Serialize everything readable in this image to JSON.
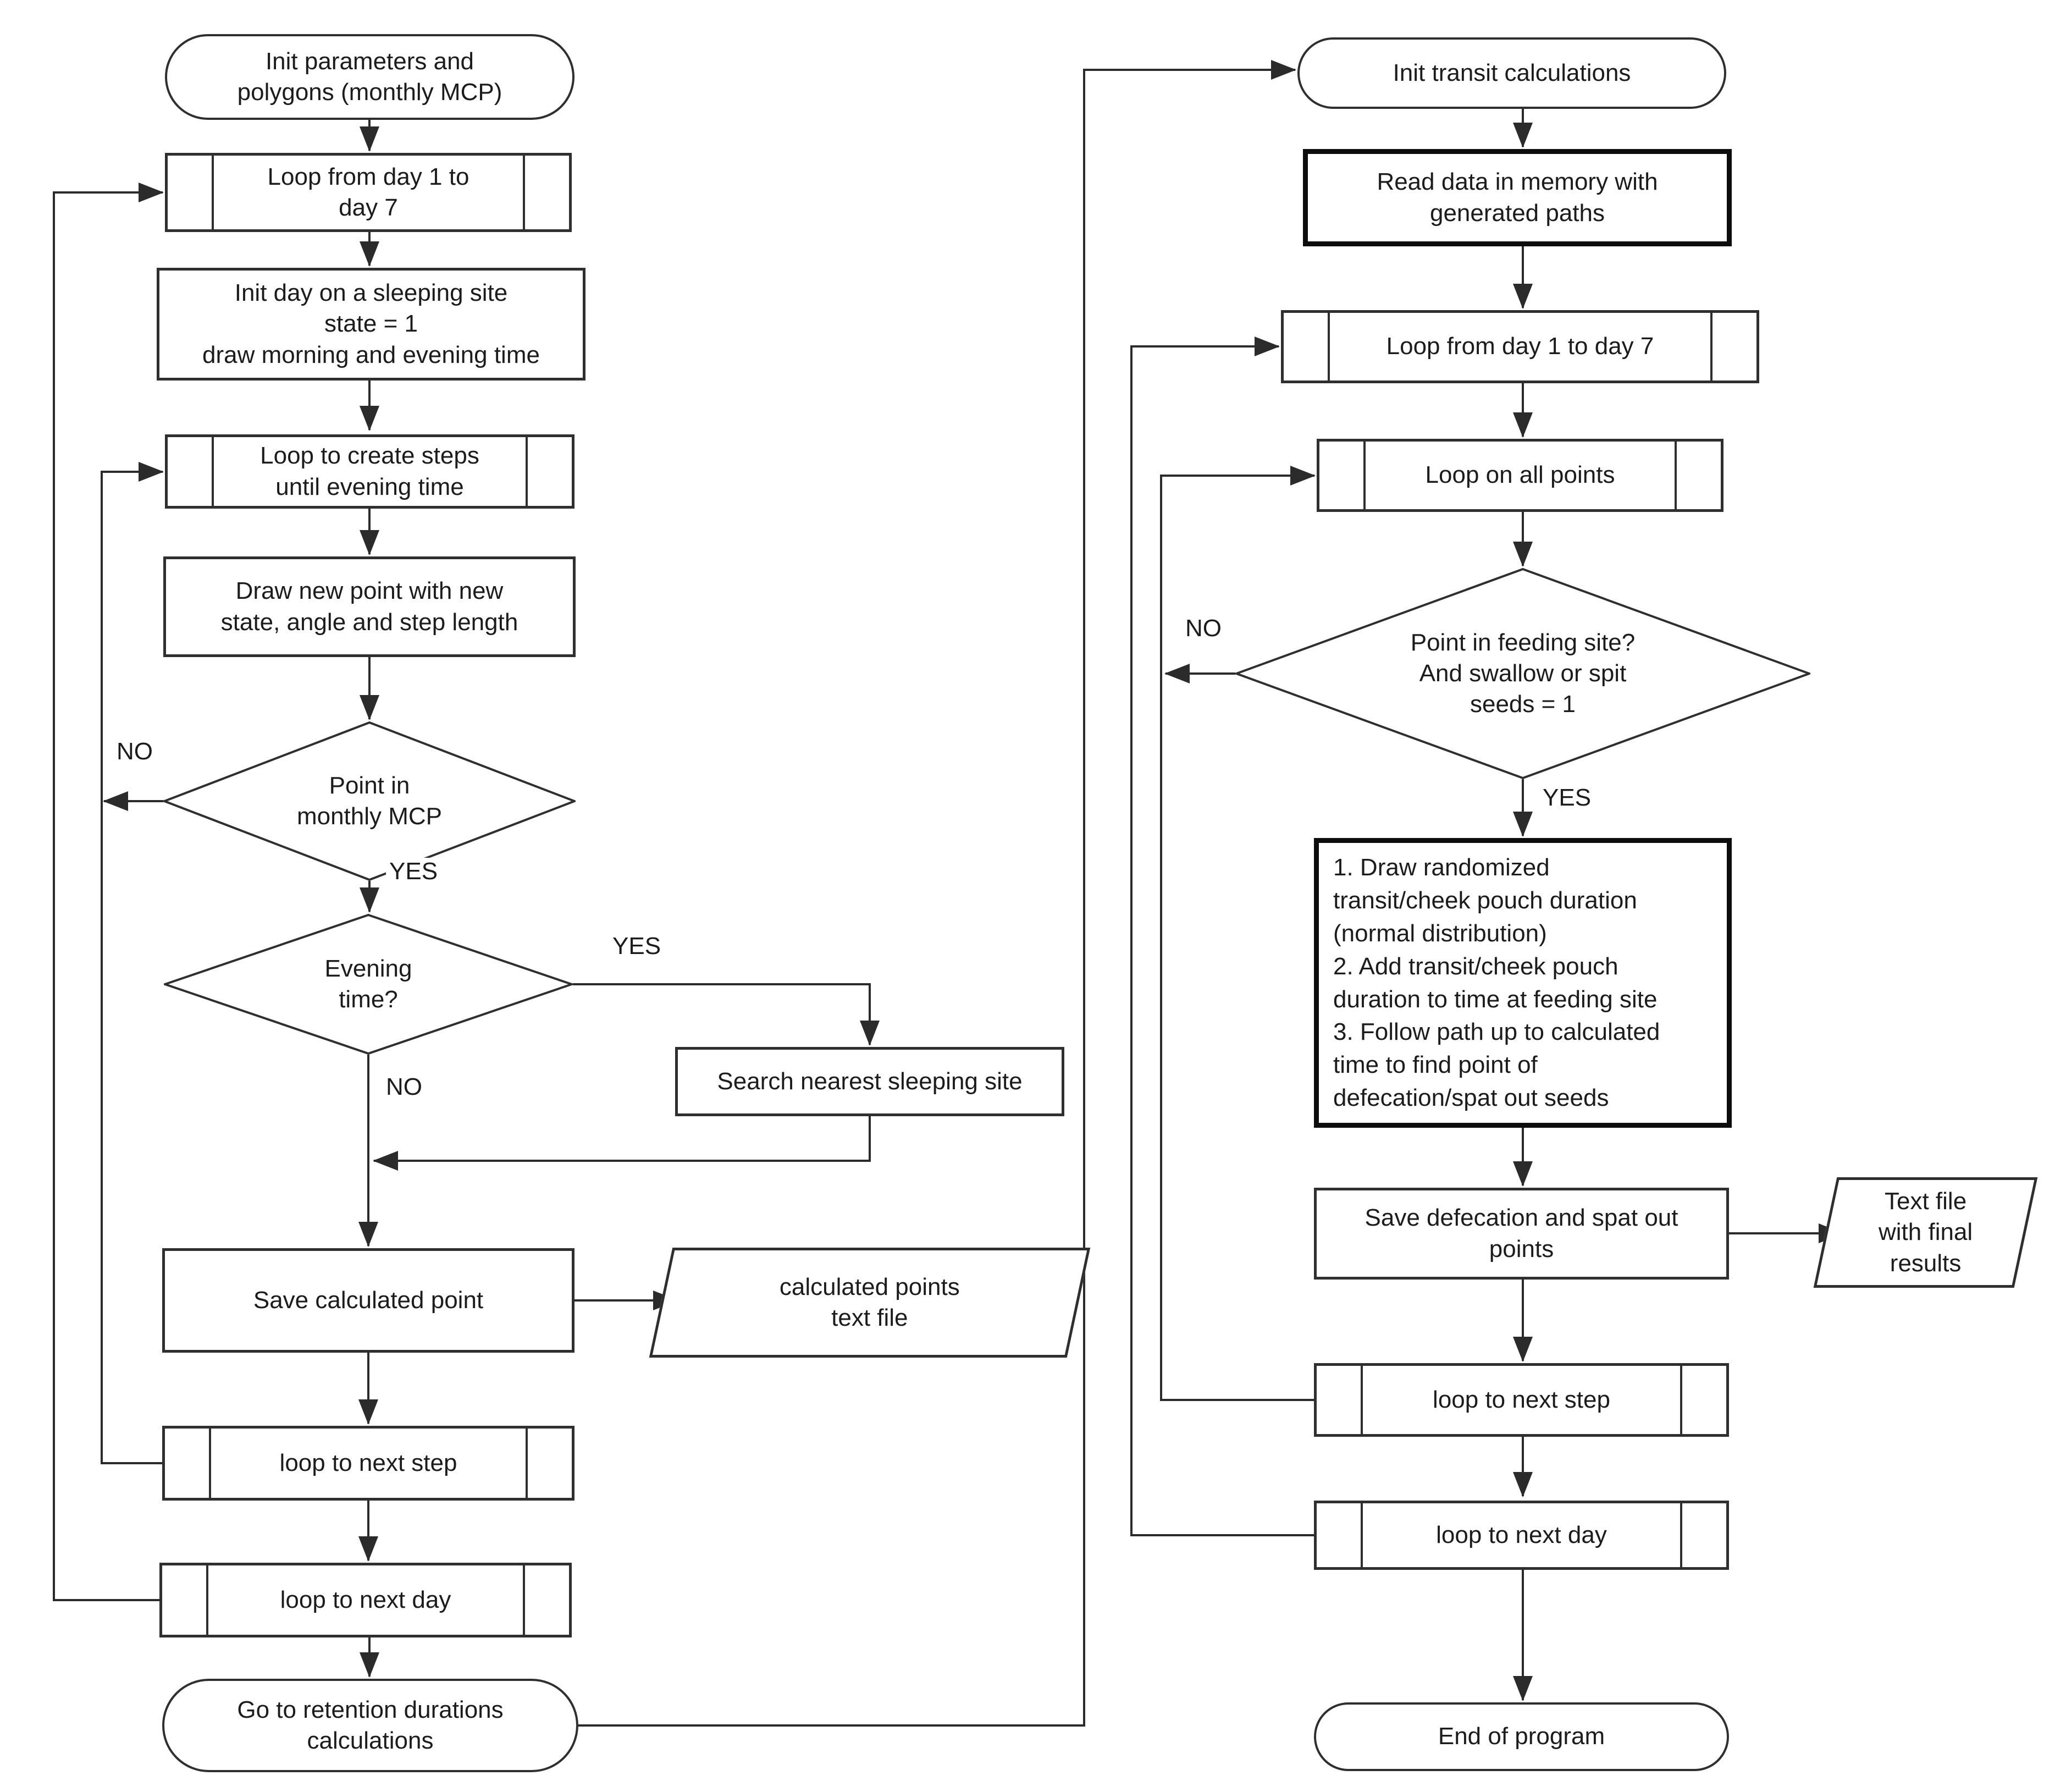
{
  "flow": {
    "left": {
      "start": "Init parameters and\npolygons (monthly MCP)",
      "loop_days": "Loop from day 1 to\nday 7",
      "init_day": "Init day on a sleeping site\nstate = 1\ndraw morning and evening time",
      "loop_steps": "Loop to create steps\nuntil evening time",
      "draw_point": "Draw new point with new\nstate, angle and step length",
      "dec_mcp": "Point in\nmonthly MCP",
      "dec_evening": "Evening\ntime?",
      "search_sleep": "Search nearest sleeping site",
      "save_point": "Save calculated point",
      "points_file": "calculated points\ntext file",
      "loop_step": "loop to next step",
      "loop_day": "loop  to next day",
      "goto_retention": "Go to retention durations\ncalculations"
    },
    "right": {
      "start": "Init transit calculations",
      "read_data": "Read data in memory with\ngenerated paths",
      "loop_days": "Loop from day 1 to day 7",
      "loop_points": "Loop on all points",
      "dec_feeding": "Point in feeding site?\nAnd swallow or spit\nseeds = 1",
      "steps_note": "1. Draw randomized\ntransit/cheek pouch duration\n(normal distribution)\n2. Add transit/cheek pouch\nduration to time at feeding site\n3. Follow path up to calculated\ntime to find point of\ndefecation/spat out seeds",
      "save_defecation": "Save defecation and spat out\npoints",
      "results_file": "Text file\nwith final\nresults",
      "loop_step": "loop to next step",
      "loop_day": "loop  to next day",
      "end": "End of program"
    },
    "labels": {
      "mcp_no": "NO",
      "mcp_yes": "YES",
      "evening_yes": "YES",
      "evening_no": "NO",
      "feeding_no": "NO",
      "feeding_yes": "YES"
    },
    "colors": {
      "line": "#2b2b2b",
      "text": "#1c1c1c",
      "background": "#ffffff"
    }
  }
}
